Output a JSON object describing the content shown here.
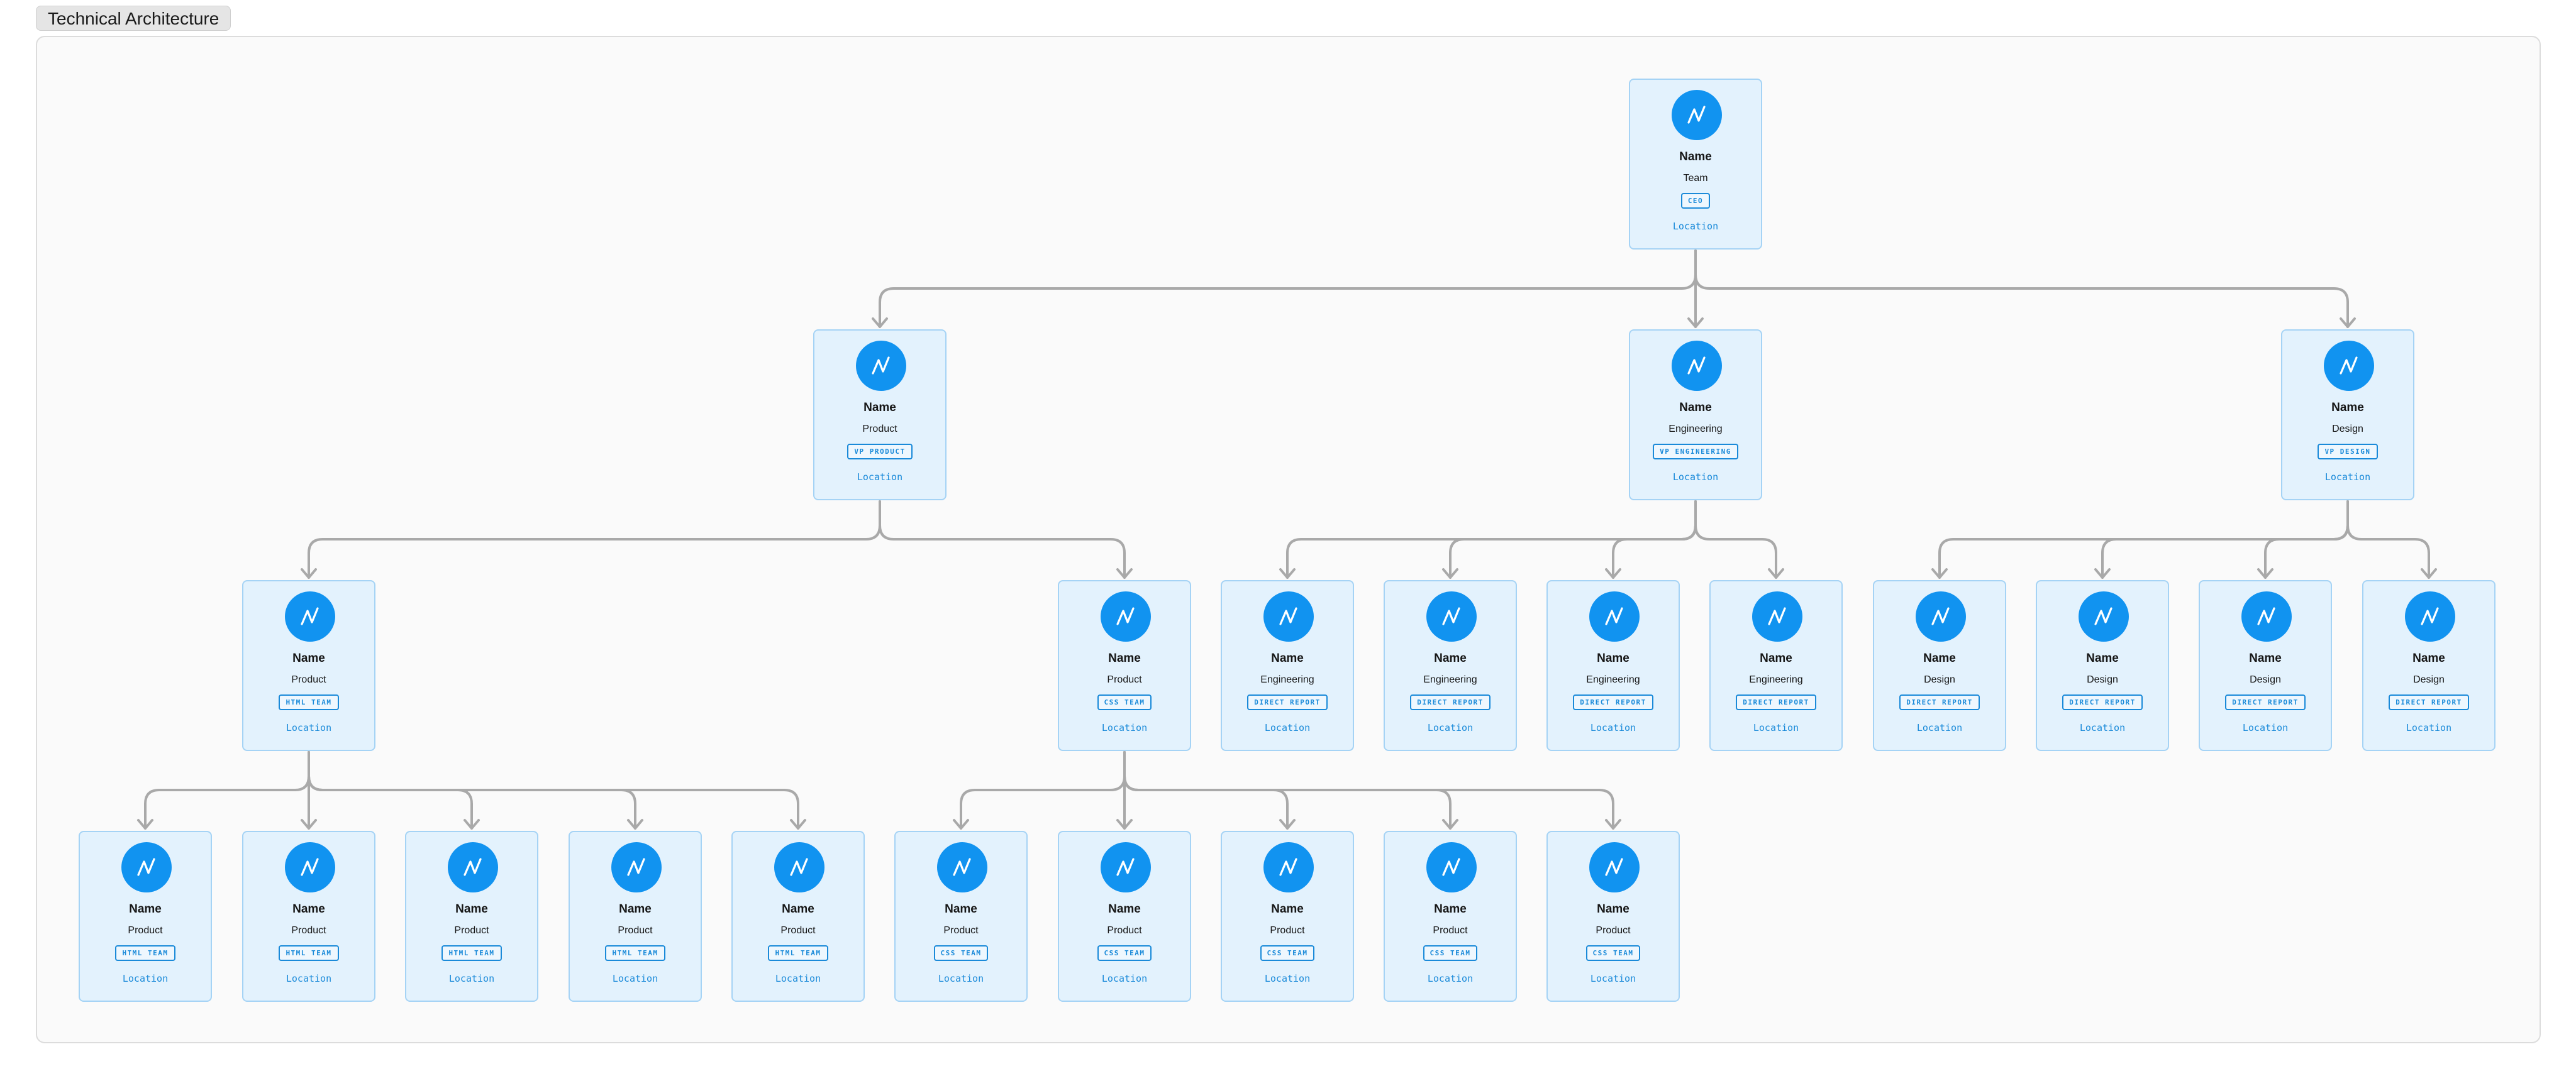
{
  "frame": {
    "title": "Technical Architecture"
  },
  "colors": {
    "avatar": "#1193f0",
    "card_fill": "#e3f2fd",
    "card_border": "#a5d3f5",
    "accent": "#1a8ad9",
    "connector": "#a9a9a9"
  },
  "icon": "logo-mark-icon",
  "people": [
    {
      "id": "ceo",
      "parent": null,
      "name": "Name",
      "team": "Team",
      "role": "CEO",
      "location": "Location"
    },
    {
      "id": "vp-product",
      "parent": "ceo",
      "name": "Name",
      "team": "Product",
      "role": "VP PRODUCT",
      "location": "Location"
    },
    {
      "id": "vp-engineering",
      "parent": "ceo",
      "name": "Name",
      "team": "Engineering",
      "role": "VP ENGINEERING",
      "location": "Location"
    },
    {
      "id": "vp-design",
      "parent": "ceo",
      "name": "Name",
      "team": "Design",
      "role": "VP DESIGN",
      "location": "Location"
    },
    {
      "id": "html-lead",
      "parent": "vp-product",
      "name": "Name",
      "team": "Product",
      "role": "HTML TEAM",
      "location": "Location"
    },
    {
      "id": "css-lead",
      "parent": "vp-product",
      "name": "Name",
      "team": "Product",
      "role": "CSS TEAM",
      "location": "Location"
    },
    {
      "id": "eng-1",
      "parent": "vp-engineering",
      "name": "Name",
      "team": "Engineering",
      "role": "DIRECT REPORT",
      "location": "Location"
    },
    {
      "id": "eng-2",
      "parent": "vp-engineering",
      "name": "Name",
      "team": "Engineering",
      "role": "DIRECT REPORT",
      "location": "Location"
    },
    {
      "id": "eng-3",
      "parent": "vp-engineering",
      "name": "Name",
      "team": "Engineering",
      "role": "DIRECT REPORT",
      "location": "Location"
    },
    {
      "id": "eng-4",
      "parent": "vp-engineering",
      "name": "Name",
      "team": "Engineering",
      "role": "DIRECT REPORT",
      "location": "Location"
    },
    {
      "id": "des-1",
      "parent": "vp-design",
      "name": "Name",
      "team": "Design",
      "role": "DIRECT REPORT",
      "location": "Location"
    },
    {
      "id": "des-2",
      "parent": "vp-design",
      "name": "Name",
      "team": "Design",
      "role": "DIRECT REPORT",
      "location": "Location"
    },
    {
      "id": "des-3",
      "parent": "vp-design",
      "name": "Name",
      "team": "Design",
      "role": "DIRECT REPORT",
      "location": "Location"
    },
    {
      "id": "des-4",
      "parent": "vp-design",
      "name": "Name",
      "team": "Design",
      "role": "DIRECT REPORT",
      "location": "Location"
    },
    {
      "id": "html-1",
      "parent": "html-lead",
      "name": "Name",
      "team": "Product",
      "role": "HTML TEAM",
      "location": "Location"
    },
    {
      "id": "html-2",
      "parent": "html-lead",
      "name": "Name",
      "team": "Product",
      "role": "HTML TEAM",
      "location": "Location"
    },
    {
      "id": "html-3",
      "parent": "html-lead",
      "name": "Name",
      "team": "Product",
      "role": "HTML TEAM",
      "location": "Location"
    },
    {
      "id": "html-4",
      "parent": "html-lead",
      "name": "Name",
      "team": "Product",
      "role": "HTML TEAM",
      "location": "Location"
    },
    {
      "id": "html-5",
      "parent": "html-lead",
      "name": "Name",
      "team": "Product",
      "role": "HTML TEAM",
      "location": "Location"
    },
    {
      "id": "css-1",
      "parent": "css-lead",
      "name": "Name",
      "team": "Product",
      "role": "CSS TEAM",
      "location": "Location"
    },
    {
      "id": "css-2",
      "parent": "css-lead",
      "name": "Name",
      "team": "Product",
      "role": "CSS TEAM",
      "location": "Location"
    },
    {
      "id": "css-3",
      "parent": "css-lead",
      "name": "Name",
      "team": "Product",
      "role": "CSS TEAM",
      "location": "Location"
    },
    {
      "id": "css-4",
      "parent": "css-lead",
      "name": "Name",
      "team": "Product",
      "role": "CSS TEAM",
      "location": "Location"
    },
    {
      "id": "css-5",
      "parent": "css-lead",
      "name": "Name",
      "team": "Product",
      "role": "CSS TEAM",
      "location": "Location"
    }
  ]
}
